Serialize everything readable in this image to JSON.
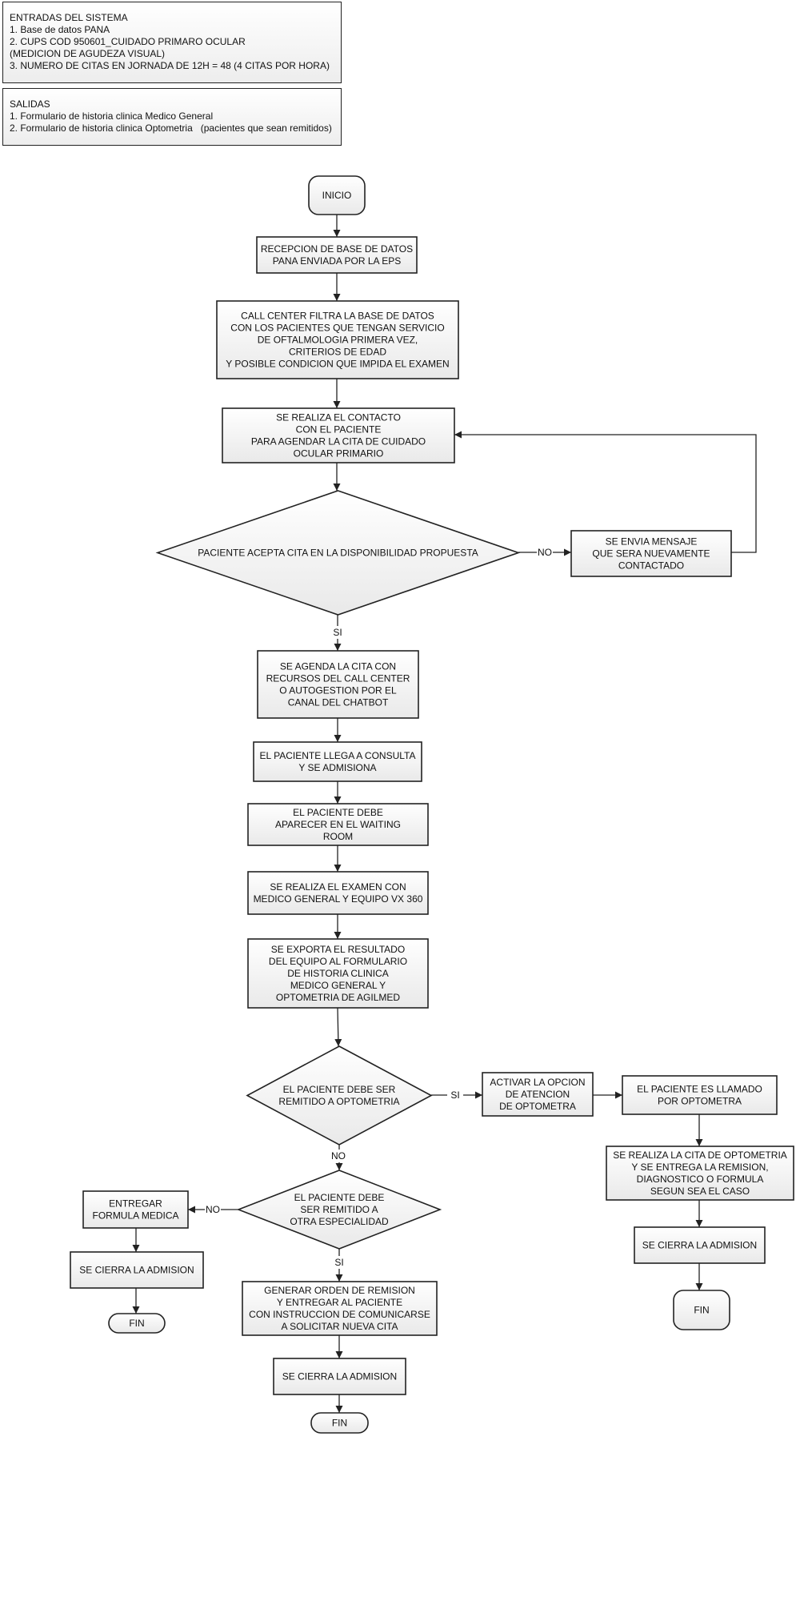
{
  "inputs_box": {
    "lines": [
      "ENTRADAS DEL SISTEMA",
      "1. Base de datos PANA",
      "2. CUPS COD 950601_CUIDADO PRIMARO OCULAR",
      "(MEDICION DE AGUDEZA VISUAL)",
      "3. NUMERO DE CITAS EN JORNADA DE 12H = 48 (4 CITAS POR HORA)"
    ]
  },
  "outputs_box": {
    "lines": [
      "SALIDAS",
      "1. Formulario de historia clinica Medico General",
      "2. Formulario de historia clinica Optometria   (pacientes que sean remitidos)"
    ]
  },
  "nodes": {
    "inicio": [
      "INICIO"
    ],
    "recepcion": [
      "RECEPCION DE BASE DE DATOS",
      "PANA ENVIADA POR LA EPS"
    ],
    "call_center": [
      "CALL CENTER FILTRA LA BASE DE DATOS",
      "CON LOS PACIENTES QUE TENGAN SERVICIO",
      "DE OFTALMOLOGIA PRIMERA VEZ,",
      "CRITERIOS DE EDAD",
      "Y POSIBLE CONDICION QUE IMPIDA EL EXAMEN"
    ],
    "contacto": [
      "SE REALIZA EL CONTACTO",
      "CON EL PACIENTE",
      "PARA AGENDAR LA CITA DE CUIDADO",
      "OCULAR PRIMARIO"
    ],
    "acepta": [
      "PACIENTE ACEPTA CITA EN LA DISPONIBILIDAD PROPUESTA"
    ],
    "mensaje": [
      "SE ENVIA MENSAJE",
      "QUE SERA NUEVAMENTE",
      "CONTACTADO"
    ],
    "agenda": [
      "SE AGENDA LA CITA CON",
      "RECURSOS DEL CALL CENTER",
      "O AUTOGESTION POR EL",
      "CANAL DEL CHATBOT"
    ],
    "llega": [
      "EL PACIENTE LLEGA A CONSULTA",
      "Y SE ADMISIONA"
    ],
    "waiting": [
      "EL PACIENTE DEBE",
      "APARECER EN EL WAITING",
      "ROOM"
    ],
    "examen": [
      "SE REALIZA EL EXAMEN CON",
      "MEDICO GENERAL Y EQUIPO VX 360"
    ],
    "exporta": [
      "SE EXPORTA EL RESULTADO",
      "DEL EQUIPO AL FORMULARIO",
      "DE HISTORIA CLINICA",
      "MEDICO GENERAL  Y",
      "OPTOMETRIA DE AGILMED"
    ],
    "remitido_opt": [
      "EL PACIENTE DEBE SER",
      "REMITIDO A OPTOMETRIA"
    ],
    "activar": [
      "ACTIVAR LA OPCION",
      "DE ATENCION",
      "DE OPTOMETRA"
    ],
    "llamado": [
      "EL PACIENTE ES LLAMADO",
      "POR OPTOMETRA"
    ],
    "cita_opt": [
      "SE REALIZA LA CITA DE OPTOMETRIA",
      "Y SE ENTREGA LA REMISION,",
      "DIAGNOSTICO O FORMULA",
      "SEGUN SEA EL CASO"
    ],
    "cierra_r": [
      "SE CIERRA LA ADMISION"
    ],
    "fin_r": [
      "FIN"
    ],
    "otra_esp": [
      "EL PACIENTE DEBE",
      "SER REMITIDO A",
      "OTRA ESPECIALIDAD"
    ],
    "formula": [
      "ENTREGAR",
      "FORMULA MEDICA"
    ],
    "cierra_l": [
      "SE CIERRA LA ADMISION"
    ],
    "fin_l": [
      "FIN"
    ],
    "orden": [
      "GENERAR ORDEN DE REMISION",
      "Y ENTREGAR AL PACIENTE",
      "CON INSTRUCCION DE COMUNICARSE",
      "A SOLICITAR NUEVA CITA"
    ],
    "cierra_c": [
      "SE CIERRA LA ADMISION"
    ],
    "fin_c": [
      "FIN"
    ]
  },
  "edge_labels": {
    "acepta_no": "NO",
    "acepta_si": "SI",
    "remitido_si": "SI",
    "remitido_no": "NO",
    "otra_no": "NO",
    "otra_si": "SI"
  },
  "colors": {
    "stroke": "#222222",
    "fill_top": "#ffffff",
    "fill_bottom": "#e9e9e9"
  }
}
